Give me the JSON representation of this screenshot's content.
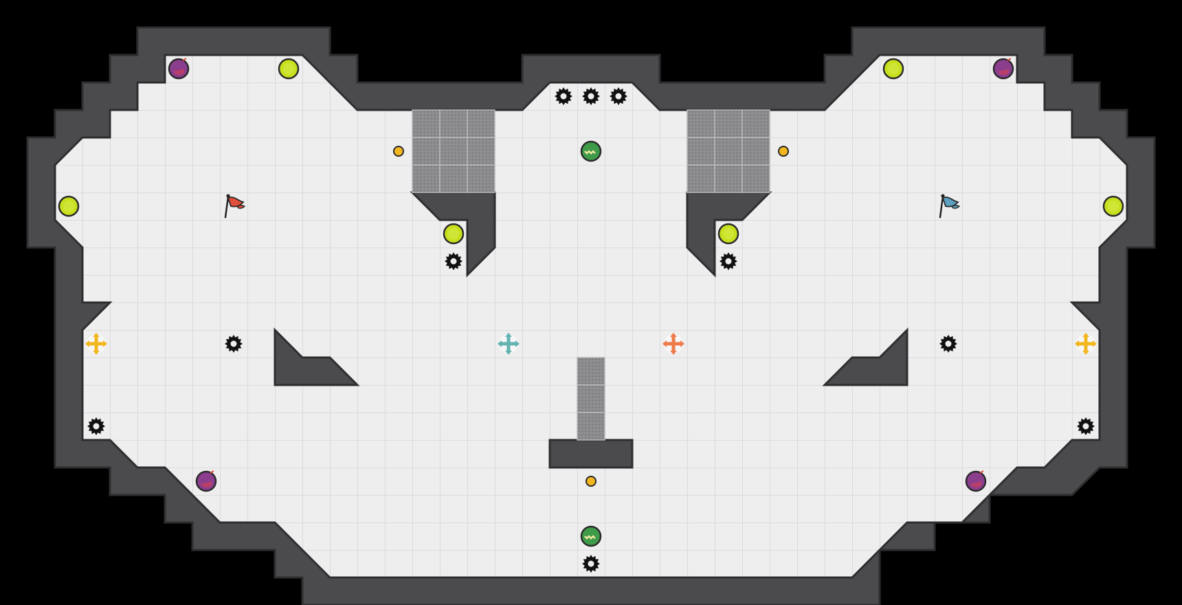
{
  "game": {
    "arena": "capture-the-flag",
    "colors": {
      "background": "#000000",
      "wall": "#4b4b4e",
      "wall_outline": "#2e2e30",
      "floor": "#eeeeef",
      "floor_grid": "#d6d6d8",
      "grate": "#8e8e91",
      "red_team": "#e0503a",
      "blue_team": "#5d9fbe",
      "powerup_yellow": "#c8e01e",
      "bomb": "#8c3e8e",
      "orb": "#3f9a4a",
      "coin": "#f2b71f"
    },
    "flags": [
      {
        "team": "red",
        "icon": "red-flag-icon",
        "col": 8,
        "row": 7
      },
      {
        "team": "blue",
        "icon": "blue-flag-icon",
        "col": 34,
        "row": 7
      }
    ],
    "spawn_markers": [
      {
        "icon": "yellow-cross-arrow-icon",
        "color": "#f2b71f",
        "col": 3,
        "row": 12
      },
      {
        "icon": "teal-cross-arrow-icon",
        "color": "#63b3b0",
        "col": 18,
        "row": 12
      },
      {
        "icon": "orange-cross-arrow-icon",
        "color": "#ee7b4a",
        "col": 24,
        "row": 12
      },
      {
        "icon": "yellow-cross-arrow-icon",
        "color": "#f2b71f",
        "col": 39,
        "row": 12
      }
    ],
    "saws": [
      {
        "col": 20,
        "row": 3
      },
      {
        "col": 21,
        "row": 3
      },
      {
        "col": 22,
        "row": 3
      },
      {
        "col": 16,
        "row": 9
      },
      {
        "col": 26,
        "row": 9
      },
      {
        "col": 8,
        "row": 12
      },
      {
        "col": 34,
        "row": 12
      },
      {
        "col": 3,
        "row": 15
      },
      {
        "col": 39,
        "row": 15
      },
      {
        "col": 21,
        "row": 20
      }
    ],
    "powerups": [
      {
        "col": 10,
        "row": 2
      },
      {
        "col": 32,
        "row": 2
      },
      {
        "col": 2,
        "row": 7
      },
      {
        "col": 40,
        "row": 7
      },
      {
        "col": 16,
        "row": 8
      },
      {
        "col": 26,
        "row": 8
      }
    ],
    "bombs": [
      {
        "col": 6,
        "row": 2
      },
      {
        "col": 36,
        "row": 2
      },
      {
        "col": 7,
        "row": 17
      },
      {
        "col": 35,
        "row": 17
      }
    ],
    "orbs": [
      {
        "col": 21,
        "row": 5
      },
      {
        "col": 21,
        "row": 19
      }
    ],
    "coins": [
      {
        "col": 14,
        "row": 5
      },
      {
        "col": 28,
        "row": 5
      },
      {
        "col": 21,
        "row": 17
      }
    ],
    "grates": [
      {
        "col": 15,
        "row": 4,
        "w": 3,
        "h": 3
      },
      {
        "col": 25,
        "row": 4,
        "w": 3,
        "h": 3
      },
      {
        "col": 21,
        "row": 13,
        "w": 1,
        "h": 3
      }
    ]
  }
}
